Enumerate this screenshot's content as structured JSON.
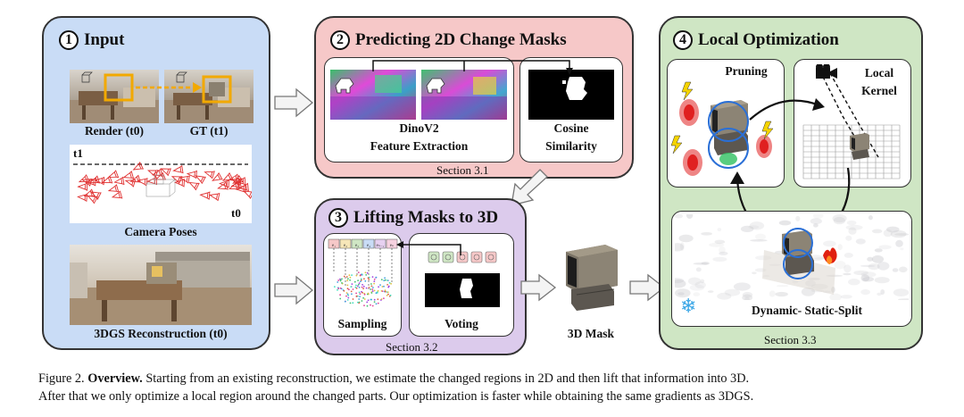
{
  "input": {
    "number": "1",
    "title": "Input",
    "render_label": "Render (t0)",
    "gt_label": "GT (t1)",
    "t1_label": "t1",
    "t0_label": "t0",
    "camera_label": "Camera Poses",
    "recon_label": "3DGS Reconstruction (t0)"
  },
  "predict": {
    "number": "2",
    "title": "Predicting 2D Change Masks",
    "dino_label_1": "DinoV2",
    "dino_label_2": "Feature Extraction",
    "cosine_label_1": "Cosine",
    "cosine_label_2": "Similarity",
    "section": "Section 3.1"
  },
  "lifting": {
    "number": "3",
    "title": "Lifting Masks to 3D",
    "sampling_label": "Sampling",
    "voting_label": "Voting",
    "section": "Section 3.2",
    "token_labels": [
      "e₁",
      "e₂",
      "e₃",
      "e₄",
      "eₙ₋₁",
      "eₙ"
    ]
  },
  "mask3d": {
    "label": "3D Mask"
  },
  "local": {
    "number": "4",
    "title": "Local Optimization",
    "pruning_label": "Pruning",
    "kernel_label_1": "Local",
    "kernel_label_2": "Kernel",
    "split_label": "Dynamic- Static-Split",
    "section": "Section 3.3"
  },
  "caption": {
    "prefix": "Figure 2.",
    "bold": "Overview.",
    "line1": "Starting from an existing reconstruction, we estimate the changed regions in 2D and then lift that information into 3D.",
    "line2": "After that we only optimize a local region around the changed parts. Our optimization is faster while obtaining the same gradients as 3DGS."
  },
  "colors": {
    "input_bg": "#c9dcf6",
    "predict_bg": "#f6c8c8",
    "lifting_bg": "#dccbec",
    "local_bg": "#cfe6c4",
    "highlight": "#f2a900",
    "points_red": "#e04040"
  }
}
